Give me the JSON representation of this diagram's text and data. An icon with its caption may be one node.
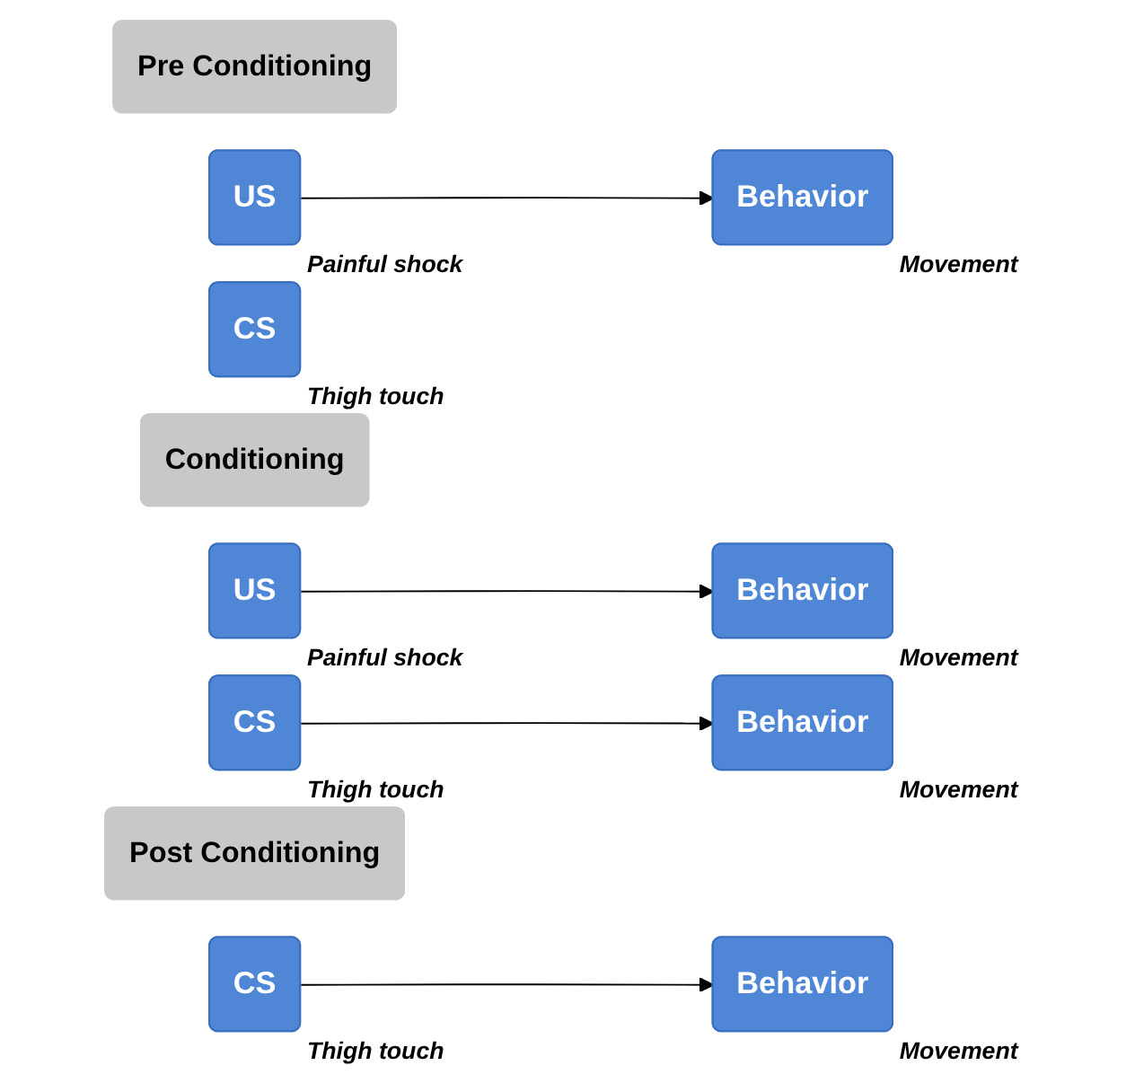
{
  "diagram": {
    "nodes": [
      {
        "text": [
          "Pre Conditioning"
        ]
      },
      {
        "text": [
          "US"
        ],
        "beside": [
          "Painful shock"
        ]
      },
      {
        "text": [
          "Behavior"
        ],
        "beside": [
          "Movement"
        ]
      },
      {
        "text": [
          "CS"
        ],
        "beside": [
          "Thigh touch"
        ]
      },
      {
        "text": [
          "Conditioning"
        ]
      },
      {
        "text": [
          "US"
        ],
        "beside": [
          "Painful shock"
        ]
      },
      {
        "text": [
          "Behavior"
        ],
        "beside": [
          "Movement"
        ]
      },
      {
        "text": [
          "CS"
        ],
        "beside": [
          "Thigh touch"
        ]
      },
      {
        "text": [
          "Behavior"
        ],
        "beside": [
          "Movement"
        ]
      },
      {
        "text": [
          "Post Conditioning"
        ]
      },
      {
        "text": [
          "CS"
        ],
        "beside": [
          "Thigh touch"
        ]
      },
      {
        "text": [
          "Behavior"
        ],
        "beside": [
          "Movement"
        ]
      }
    ],
    "edges": [
      {
        "from": 1,
        "to": 2,
        "arrow": "to"
      },
      {
        "from": 5,
        "to": 6,
        "arrow": "to"
      },
      {
        "from": 7,
        "to": 8,
        "arrow": "to"
      },
      {
        "from": 10,
        "to": 11,
        "arrow": "to"
      }
    ]
  }
}
